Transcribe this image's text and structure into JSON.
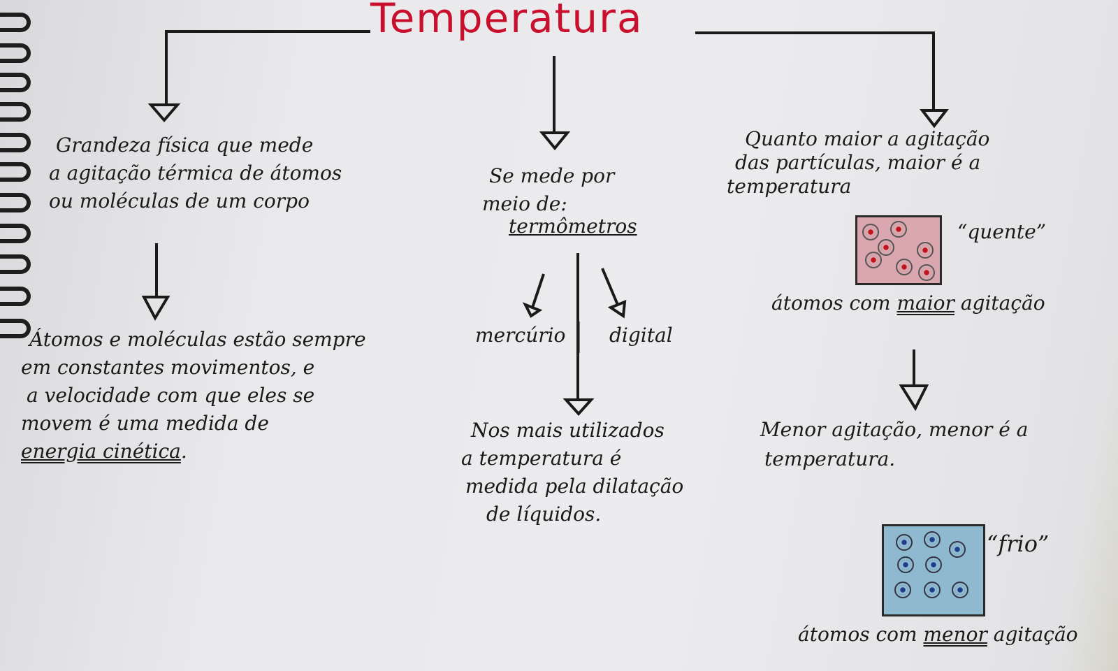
{
  "title": "Temperatura",
  "left": {
    "definition": [
      "Grandeza física que mede",
      "a agitação térmica de átomos",
      "ou moléculas de um corpo"
    ],
    "explanation": [
      "Átomos e moléculas estão sempre",
      "em constantes movimentos, e",
      "a velocidade com que eles se",
      "movem é uma medida de"
    ],
    "emphasis": "energia cinética",
    "end": "."
  },
  "middle": {
    "intro": [
      "Se mede por",
      "meio de:"
    ],
    "instrument": "termômetros",
    "types": [
      "mercúrio",
      "digital"
    ],
    "note": [
      "Nos mais utilizados",
      "a temperatura é",
      "medida pela dilatação",
      "de líquidos."
    ]
  },
  "right": {
    "rule": [
      "Quanto maior a agitação",
      "das partículas, maior é a",
      "temperatura"
    ],
    "hot_label": "“quente”",
    "hot_caption": {
      "before": "átomos com ",
      "emph": "maior",
      "after": " agitação"
    },
    "rule2": [
      "Menor agitação, menor é a",
      "temperatura."
    ],
    "cold_label": "“frio”",
    "cold_caption": {
      "before": "átomos com ",
      "emph": "menor",
      "after": " agitação"
    }
  },
  "colors": {
    "title": "#c8102e",
    "hot": "#d9a7ad",
    "cold": "#8fb9cf",
    "ink": "#1a1a1a"
  }
}
